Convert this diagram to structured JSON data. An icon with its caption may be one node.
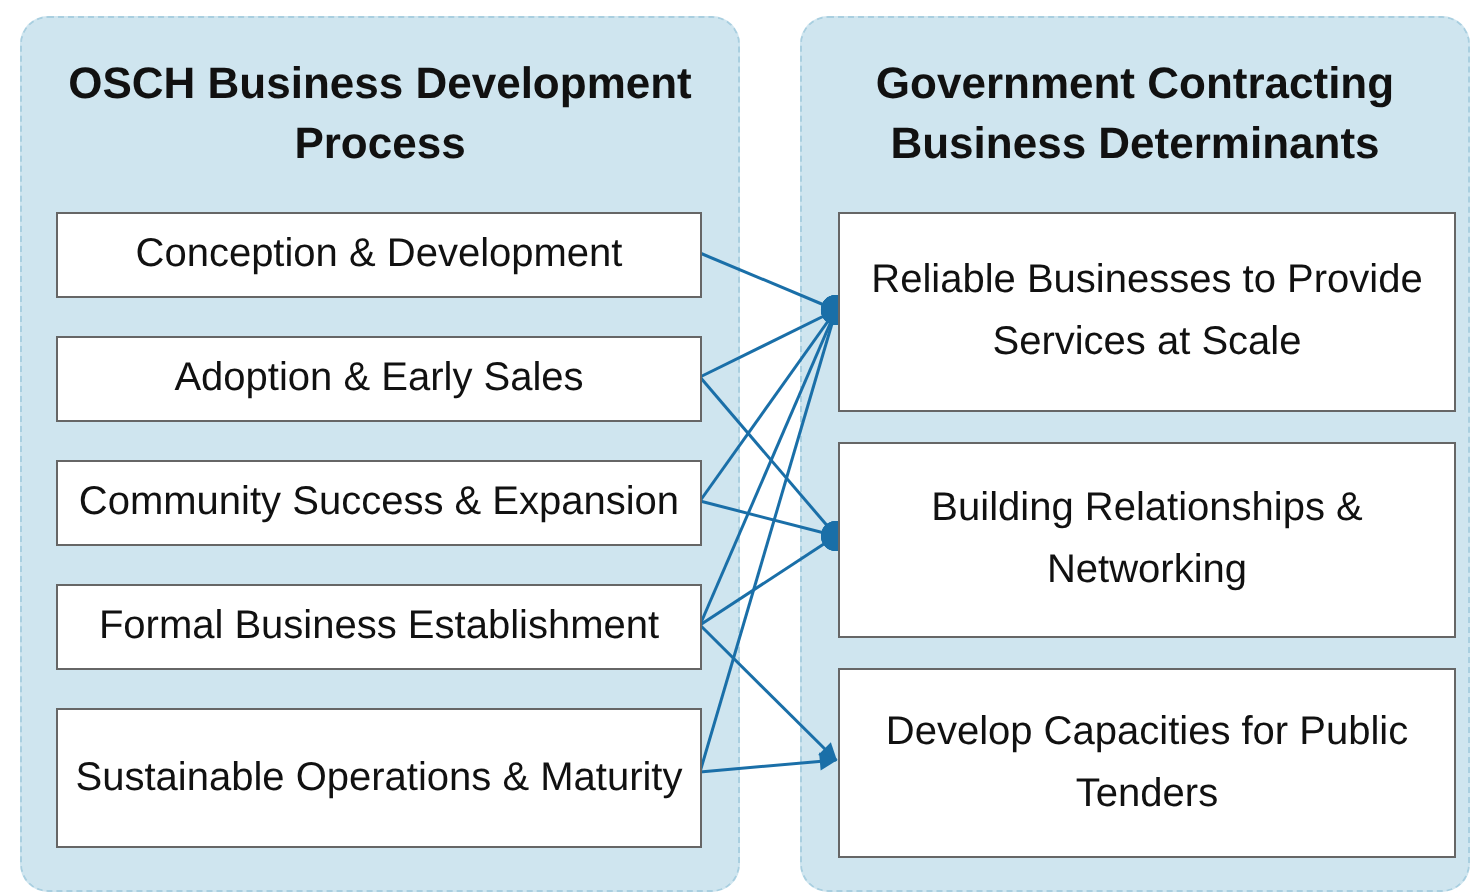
{
  "diagram": {
    "nodes": [
      {
        "text": [
          "OSCH Business Development Process"
        ]
      },
      {
        "text": [
          "Conception & Development"
        ],
        "in": 0
      },
      {
        "text": [
          "Adoption & Early Sales"
        ],
        "in": 0
      },
      {
        "text": [
          "Community Success & Expansion"
        ],
        "in": 0
      },
      {
        "text": [
          "Formal Business Establishment"
        ],
        "in": 0
      },
      {
        "text": [
          "Sustainable Operations & Maturity"
        ],
        "in": 0
      },
      {
        "text": [
          "Government Contracting Business Determinants"
        ]
      },
      {
        "text": [
          "Reliable Businesses to Provide Services at Scale"
        ],
        "in": 6
      },
      {
        "text": [
          "Building Relationships & Networking"
        ],
        "in": 6
      },
      {
        "text": [
          "Develop Capacities for Public Tenders"
        ],
        "in": 6
      }
    ],
    "edges": [
      {
        "from": 1,
        "to": 7,
        "arrow": "other"
      },
      {
        "from": 2,
        "to": 7,
        "arrow": "other"
      },
      {
        "from": 2,
        "to": 8,
        "arrow": "other"
      },
      {
        "from": 3,
        "to": 7,
        "arrow": "other"
      },
      {
        "from": 3,
        "to": 8,
        "arrow": "other"
      },
      {
        "from": 4,
        "to": 7,
        "arrow": "other"
      },
      {
        "from": 4,
        "to": 8,
        "arrow": "other"
      },
      {
        "from": 4,
        "to": 9,
        "arrow": "to"
      },
      {
        "from": 5,
        "to": 7,
        "arrow": "other"
      },
      {
        "from": 5,
        "to": 9,
        "arrow": "to"
      }
    ]
  }
}
